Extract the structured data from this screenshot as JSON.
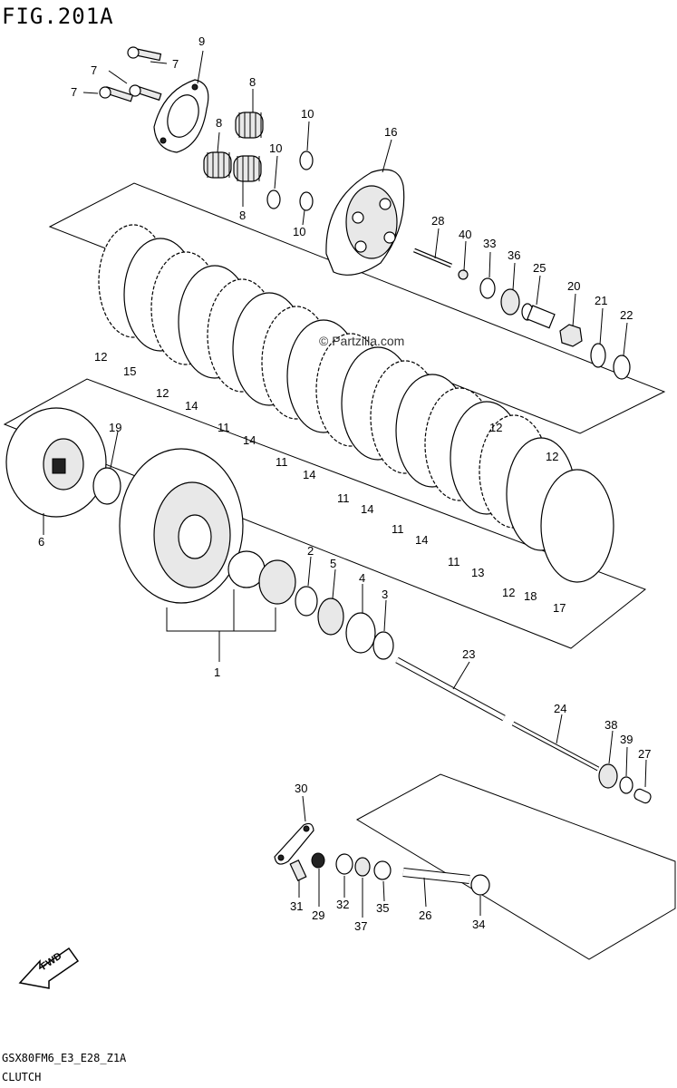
{
  "figure": {
    "title": "FIG.201A",
    "model_code": "GSX80FM6_E3_E28_Z1A",
    "name": "CLUTCH",
    "watermark": "© Partzilla.com",
    "fwd_label": "FWD"
  },
  "callouts": {
    "c1": "1",
    "c2": "2",
    "c3": "3",
    "c4": "4",
    "c5": "5",
    "c6": "6",
    "c7a": "7",
    "c7b": "7",
    "c7c": "7",
    "c8a": "8",
    "c8b": "8",
    "c8c": "8",
    "c9": "9",
    "c10a": "10",
    "c10b": "10",
    "c10c": "10",
    "c11a": "11",
    "c11b": "11",
    "c11c": "11",
    "c11d": "11",
    "c11e": "11",
    "c12a": "12",
    "c12b": "12",
    "c12c": "12",
    "c12d": "12",
    "c12e": "12",
    "c13": "13",
    "c14a": "14",
    "c14b": "14",
    "c14c": "14",
    "c14d": "14",
    "c14e": "14",
    "c15": "15",
    "c16": "16",
    "c17": "17",
    "c18": "18",
    "c19": "19",
    "c20": "20",
    "c21": "21",
    "c22": "22",
    "c23": "23",
    "c24": "24",
    "c25": "25",
    "c26": "26",
    "c27": "27",
    "c28": "28",
    "c29": "29",
    "c30": "30",
    "c31": "31",
    "c32": "32",
    "c33": "33",
    "c34": "34",
    "c35": "35",
    "c36": "36",
    "c37": "37",
    "c38": "38",
    "c39": "39",
    "c40": "40"
  },
  "icons": {
    "fwd_arrow": "fwd-arrow-icon"
  }
}
